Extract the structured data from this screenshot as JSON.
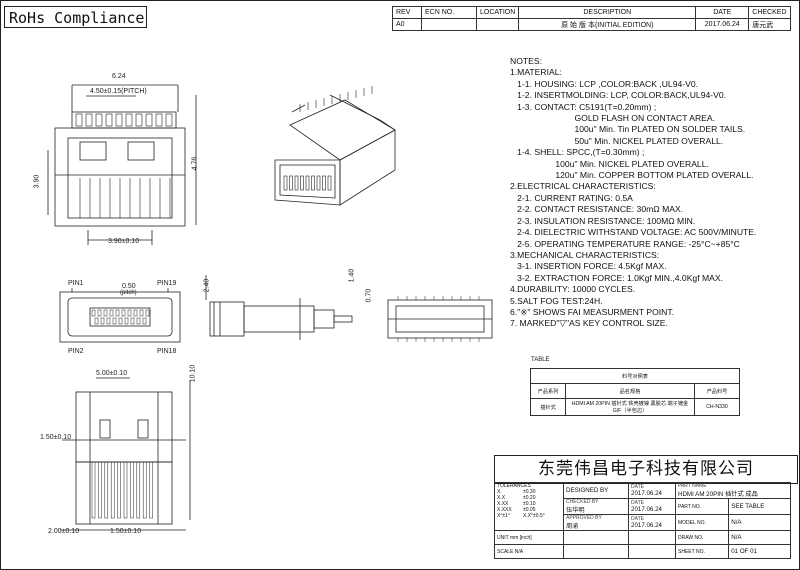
{
  "header": {
    "rohs": "RoHs Compliance",
    "rev_headers": [
      "REV",
      "ECN NO.",
      "LOCATION",
      "DESCRIPTION",
      "DATE",
      "CHECKED"
    ],
    "rev_row": [
      "A0",
      "",
      "",
      "原 始 版 本(INITIAL EDITION)",
      "2017.06.24",
      "唐元武"
    ]
  },
  "notes": {
    "title": "NOTES:",
    "lines": [
      "1.MATERIAL:",
      "   1-1. HOUSING: LCP ,COLOR:BACK ,UL94-V0.",
      "   1-2. INSERTMOLDING: LCP, COLOR:BACK,UL94-V0.",
      "   1-3. CONTACT: C5191(T=0.20mm) ;",
      "                           GOLD FLASH ON CONTACT AREA.",
      "                           100u\" Min. Tin PLATED ON SOLDER TAILS.",
      "                           50u\" Min. NICKEL PLATED OVERALL.",
      "   1-4. SHELL: SPCC,(T=0.30mm) ;",
      "                   100u\" Min. NICKEL PLATED OVERALL.",
      "                   120u\" Min. COPPER BOTTOM PLATED OVERALL.",
      "2.ELECTRICAL CHARACTERISTICS:",
      "   2-1. CURRENT RATING: 0.5A",
      "   2-2. CONTACT RESISTANCE: 30mΩ MAX.",
      "   2-3. INSULATION RESISTANCE: 100MΩ MIN.",
      "   2-4. DIELECTRIC WITHSTAND VOLTAGE: AC 500V/MINUTE.",
      "   2-5. OPERATING TEMPERATURE RANGE: -25°C~+85°C",
      "3.MECHANICAL CHARACTERISTICS:",
      "   3-1. INSERTION FORCE: 4.5Kgf MAX.",
      "   3-2. EXTRACTION FORCE: 1.0Kgf MIN.,4.0Kgf MAX.",
      "4.DURABILITY: 10000 CYCLES.",
      "5.SALT FOG TEST:24H.",
      "6.\"※\" SHOWS FAI MEASURMENT POINT.",
      "7. MARKED\"▽\"AS KEY CONTROL SIZE."
    ]
  },
  "table": {
    "label": "TABLE",
    "title": "料号对照表",
    "headers": [
      "产品系列",
      "品名规格",
      "产品料号"
    ],
    "row": [
      "插针式",
      "HDMI AM 20PIN 插针式 铁壳镀镍 黑胶芯 端子镀金G/F（半包边）",
      "CH-N330"
    ]
  },
  "titleblock": {
    "company": "东莞伟昌电子科技有限公司",
    "tolerance_label": "TOLERANCES",
    "tolerances": [
      [
        "X.",
        "±0.30"
      ],
      [
        "X.X",
        "±0.20"
      ],
      [
        "X.XX",
        "±0.10"
      ],
      [
        "X.XXX",
        "±0.05"
      ],
      [
        "X°±1°",
        "X.X°±0.5°"
      ]
    ],
    "unit_label": "UNIT",
    "unit_value": "mm",
    "unit_value2": "[inch]",
    "scale_label": "SCALE",
    "scale_value": "N/A",
    "designed_label": "DESIGNED BY",
    "designed_value": "",
    "checked_label": "CHECKED BY",
    "checked_value": "伍华明",
    "approved_label": "APPROVED BY",
    "approved_value": "周渝",
    "date_label": "DATE",
    "date1": "2017.06.24",
    "date2": "2017.06.24",
    "date3": "2017.06.24",
    "part_name_label": "PART NAME",
    "part_name_value": "HDMI AM 20PIN 插针式 成品",
    "part_no_label": "PART NO.",
    "part_no_value": "SEE TABLE",
    "model_no_label": "MODEL NO.",
    "model_no_value": "N/A",
    "draw_no_label": "DRAW NO.",
    "draw_no_value": "N/A",
    "sheet_no_label": "SHEET NO.",
    "sheet_no_value": "01 OF 01"
  },
  "dimensions": {
    "d1": "6.24",
    "d2": "4.50±0.15(PITCH)",
    "d3": "4.76",
    "d4": "3.90",
    "d5": "1.40",
    "d6": "3.90±0.10",
    "pin1": "PIN1",
    "pin19": "PIN19",
    "pin2": "PIN2",
    "pin18": "PIN18",
    "pitch": "0.50",
    "pitch_label": "(pitch)",
    "d7": "5.00±0.10",
    "d8": "10.10",
    "d9": "1.50±0.10",
    "d10": "2.00±0.10",
    "d11": "1.50±0.10",
    "d12": "2.40",
    "d13": "1.40",
    "d14": "0.70"
  }
}
